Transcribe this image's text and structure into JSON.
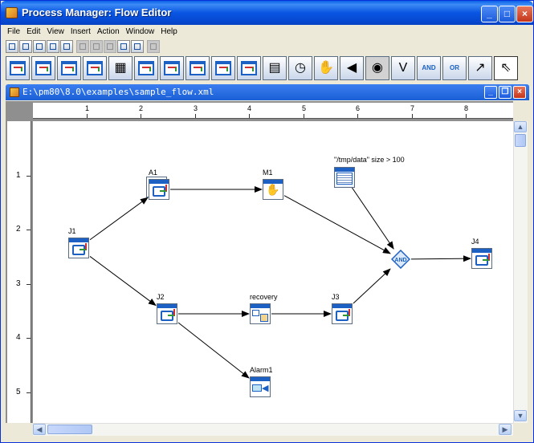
{
  "window": {
    "title": "Process Manager: Flow Editor",
    "minimize": "_",
    "maximize": "□",
    "close": "×"
  },
  "menu": [
    "File",
    "Edit",
    "View",
    "Insert",
    "Action",
    "Window",
    "Help"
  ],
  "toolbar_small": [
    {
      "icon": "new-icon",
      "disabled": false
    },
    {
      "icon": "open-icon",
      "disabled": false
    },
    {
      "icon": "save-icon",
      "disabled": false
    },
    {
      "icon": "print-icon",
      "disabled": false
    },
    {
      "icon": "print-preview-icon",
      "disabled": false
    },
    {
      "icon": "cut-icon",
      "disabled": true
    },
    {
      "icon": "copy-icon",
      "disabled": true
    },
    {
      "icon": "paste-icon",
      "disabled": true
    },
    {
      "icon": "zoom-in-icon",
      "disabled": false
    },
    {
      "icon": "zoom-out-icon",
      "disabled": false
    },
    {
      "icon": "back-icon",
      "disabled": true
    }
  ],
  "toolbar_big": [
    {
      "icon": "job-icon",
      "glyph": ""
    },
    {
      "icon": "job-array-icon",
      "glyph": ""
    },
    {
      "icon": "job-out-icon",
      "glyph": ""
    },
    {
      "icon": "job-array-out-icon",
      "glyph": ""
    },
    {
      "icon": "cube-icon",
      "glyph": "▦"
    },
    {
      "icon": "subflow-icon",
      "glyph": ""
    },
    {
      "icon": "subflow-array-icon",
      "glyph": ""
    },
    {
      "icon": "static-subflow-icon",
      "glyph": ""
    },
    {
      "icon": "static-subflow-array-icon",
      "glyph": ""
    },
    {
      "icon": "flow-return-icon",
      "glyph": ""
    },
    {
      "icon": "file-event-icon",
      "glyph": "▤"
    },
    {
      "icon": "calendar-event-icon",
      "glyph": "◷"
    },
    {
      "icon": "manual-job-icon",
      "glyph": "✋"
    },
    {
      "icon": "alarm-icon",
      "glyph": "◀"
    },
    {
      "icon": "database-icon",
      "glyph": "◉"
    },
    {
      "icon": "variable-icon",
      "glyph": "V"
    },
    {
      "icon": "and-icon",
      "glyph": "AND"
    },
    {
      "icon": "or-icon",
      "glyph": "OR"
    },
    {
      "icon": "link-icon",
      "glyph": "↗"
    },
    {
      "icon": "select-pointer-icon",
      "glyph": "⇖"
    }
  ],
  "document": {
    "path": "E:\\pm80\\8.0\\examples\\sample_flow.xml",
    "minimize": "_",
    "restore": "❐",
    "close": "×"
  },
  "ruler": {
    "h": [
      "1",
      "2",
      "3",
      "4",
      "5",
      "6",
      "7",
      "8"
    ],
    "v": [
      "1",
      "2",
      "3",
      "4",
      "5"
    ]
  },
  "flow": {
    "nodes": [
      {
        "id": "J1",
        "label": "J1",
        "kind": "job"
      },
      {
        "id": "A1",
        "label": "A1",
        "kind": "job-array"
      },
      {
        "id": "M1",
        "label": "M1",
        "kind": "manual-job"
      },
      {
        "id": "FE",
        "label": "\"/tmp/data\" size > 100",
        "kind": "file-event"
      },
      {
        "id": "AND",
        "label": "AND",
        "kind": "and"
      },
      {
        "id": "J4",
        "label": "J4",
        "kind": "job"
      },
      {
        "id": "J2",
        "label": "J2",
        "kind": "job"
      },
      {
        "id": "recovery",
        "label": "recovery",
        "kind": "subflow"
      },
      {
        "id": "J3",
        "label": "J3",
        "kind": "job"
      },
      {
        "id": "Alarm1",
        "label": "Alarm1",
        "kind": "alarm"
      }
    ],
    "edges": [
      [
        "J1",
        "A1"
      ],
      [
        "J1",
        "J2"
      ],
      [
        "A1",
        "M1"
      ],
      [
        "M1",
        "AND"
      ],
      [
        "FE",
        "AND"
      ],
      [
        "J3",
        "AND"
      ],
      [
        "AND",
        "J4"
      ],
      [
        "J2",
        "recovery"
      ],
      [
        "recovery",
        "J3"
      ],
      [
        "J2",
        "Alarm1"
      ]
    ]
  },
  "scroll": {
    "up": "▲",
    "down": "▼",
    "left": "◀",
    "right": "▶"
  }
}
